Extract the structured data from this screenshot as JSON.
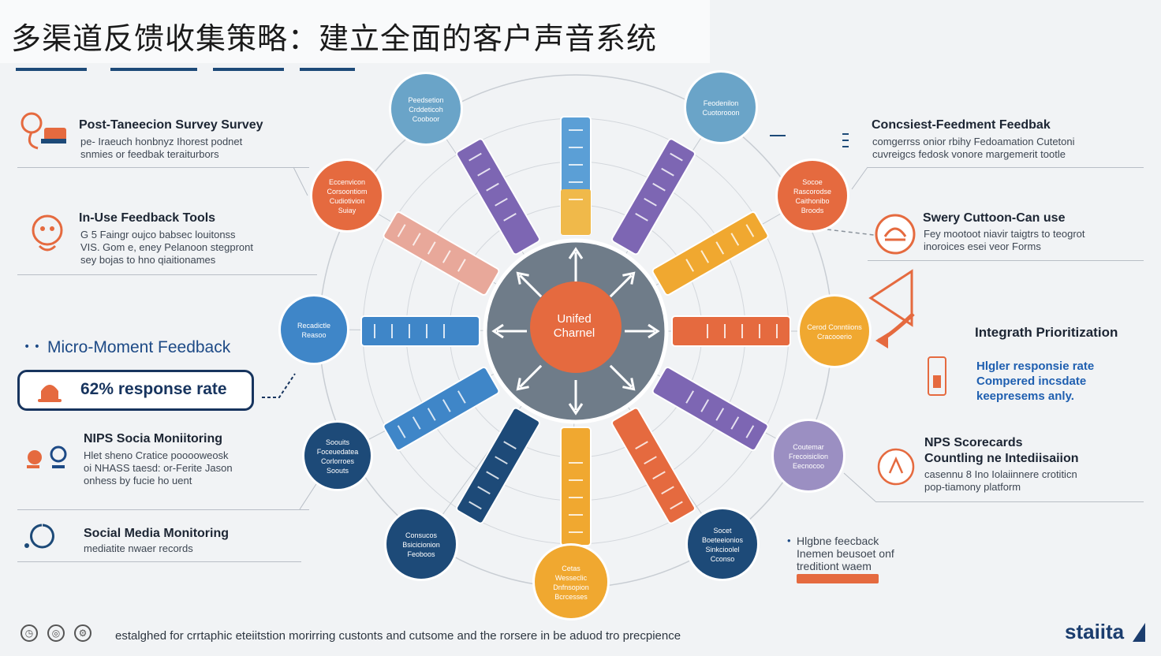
{
  "title": "多渠道反馈收集策略：建立全面的客户声音系统",
  "center_label": [
    "Unifed",
    "Charnel"
  ],
  "left_items": [
    {
      "heading": "Post-Taneecion Survey Survey",
      "body": [
        "pe- Iraeuch honbnyz Ihorest podnet",
        "snmies or feedbak teraiturbors"
      ]
    },
    {
      "heading": "In-Use Feedback Tools",
      "body": [
        "G 5 Faingr oujco babsec louitonss",
        "VIS. Gom e, eney Pelanoon stegpront",
        "sey bojas to hno qiaitionames"
      ]
    },
    {
      "heading": "NIPS Socia Moniitoring",
      "body": [
        "Hlet sheno Cratice pooooweosk",
        "oi NHASS taesd: or-Ferite Jason",
        "onhess by fucie ho uent"
      ]
    },
    {
      "heading": "Social Media Monitoring",
      "body": [
        "mediatite nwaer records"
      ]
    }
  ],
  "micro_moment": {
    "title": "Micro-Moment Feedback",
    "stat": "62% response rate"
  },
  "right_items": [
    {
      "heading": "Concsiest-Feedment Feedbak",
      "body": [
        "comgerrss onior rbihy Fedoamation Cutetoni",
        "cuvreigcs fedosk vonore margemerit tootle"
      ]
    },
    {
      "heading": "Swery Cuttoon-Can use",
      "body": [
        "Fey mootoot niavir taigtrs to teogrot",
        "inoroices esei veor Forms"
      ]
    },
    {
      "heading": "NPS Scorecards",
      "heading2": "Countling ne Intediisaiion",
      "body": [
        "casennu 8 Ino Iolaiinnere crotiticn",
        "pop-tiamony platform"
      ]
    }
  ],
  "integrath": {
    "title": "Integrath Prioritization",
    "stat_lines": [
      "Hlgler responsie rate",
      "Compered incsdate",
      "keepresems anly."
    ]
  },
  "feedback_note": {
    "lines": [
      "Hlgbne feecback",
      "Inemen beusoet onf",
      "treditiont waem"
    ]
  },
  "nodes": [
    {
      "lines": [
        "Peedsetion",
        "Crddeticoh",
        "Cooboor"
      ],
      "color": "#6aa4c8"
    },
    {
      "lines": [
        "Feodenilon",
        "Cuotorooon"
      ],
      "color": "#6aa4c8"
    },
    {
      "lines": [
        "Eccenvicon",
        "Corsoontiom",
        "Cudiotivion",
        "Suiay"
      ],
      "color": "#e56a3f"
    },
    {
      "lines": [
        "Socoe",
        "Rascorodse",
        "Caithonibo",
        "Broods"
      ],
      "color": "#e56a3f"
    },
    {
      "lines": [
        "Recadictle",
        "Reasoo"
      ],
      "color": "#3f86c8"
    },
    {
      "lines": [
        "Cerod Conntiions",
        "Cracooerio"
      ],
      "color": "#f0a830"
    },
    {
      "lines": [
        "Soouits",
        "Foceuedatea",
        "Corlorroes",
        "Soouts"
      ],
      "color": "#1d4a78"
    },
    {
      "lines": [
        "Coutemar",
        "Frecoisiclion",
        "Eecnocoo"
      ],
      "color": "#9b8fc2"
    },
    {
      "lines": [
        "Consucos",
        "Bsicicionion",
        "Feoboos"
      ],
      "color": "#1d4a78"
    },
    {
      "lines": [
        "Socet",
        "Boeteeionios",
        "Sinkcioolel",
        "Cconso"
      ],
      "color": "#1d4a78"
    },
    {
      "lines": [
        "Cetas",
        "Wesseclic",
        "Dnfnsopion",
        "Bcrcesses"
      ],
      "color": "#f0a830"
    }
  ],
  "footer_text": "estalghed for crrtaphic eteiitstion morirring custonts and cutsome and the rorsere in be aduod tro precpience",
  "footer_icons": [
    "clock-icon",
    "globe-icon",
    "settings-icon"
  ],
  "brand": "staiita",
  "colors": {
    "orange": "#e56a3f",
    "navy": "#17345e",
    "blue": "#3f86c8",
    "purple": "#7d66b3",
    "yellow": "#f0a830"
  }
}
